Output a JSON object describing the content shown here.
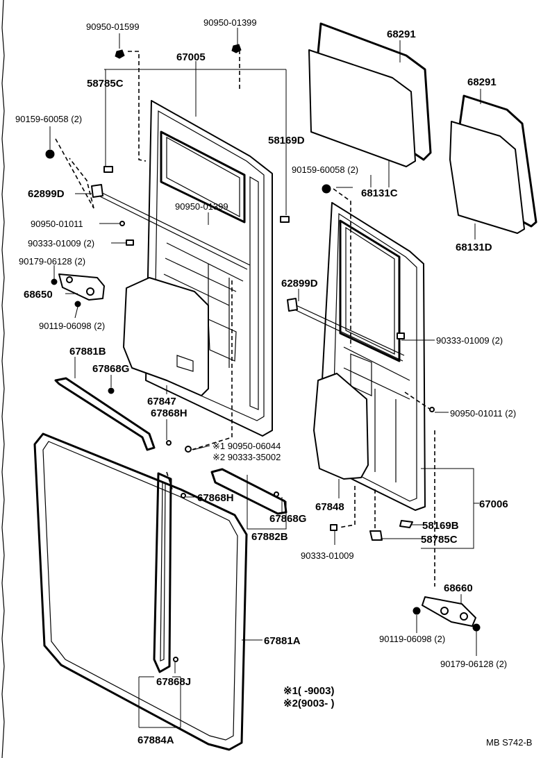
{
  "labels": {
    "p90950_01599": "90950-01599",
    "p90950_01399_top": "90950-01399",
    "p67005": "67005",
    "p58785C_left": "58785C",
    "p90159_60058_left": "90159-60058 (2)",
    "p58169D_top": "58169D",
    "p62899D_left": "62899D",
    "p90950_01011_left": "90950-01011",
    "p90950_01399_mid": "90950-01399",
    "p90333_01009_left": "90333-01009 (2)",
    "p90179_06128_left": "90179-06128 (2)",
    "p68650": "68650",
    "p90119_06098_left": "90119-06098 (2)",
    "p67881B": "67881B",
    "p67868G_left": "67868G",
    "p67847": "67847",
    "p67868H_a": "67868H",
    "p90950_06044": "※1 90950-06044",
    "p90333_35002": "※2 90333-35002",
    "p67868H_b": "67868H",
    "p67868G_right": "67868G",
    "p67882B": "67882B",
    "p67881A": "67881A",
    "p67868J": "67868J",
    "p67884A": "67884A",
    "p68291_a": "68291",
    "p68291_b": "68291",
    "p90159_60058_right": "90159-60058 (2)",
    "p68131C": "68131C",
    "p68131D": "68131D",
    "p62899D_right": "62899D",
    "p90333_01009_right": "90333-01009 (2)",
    "p90950_01011_right": "90950-01011 (2)",
    "p67848": "67848",
    "p67006": "67006",
    "p58169B": "58169B",
    "p58785C_right": "58785C",
    "p90333_01009_bottom": "90333-01009",
    "p68660": "68660",
    "p90119_06098_right": "90119-06098 (2)",
    "p90179_06128_right": "90179-06128 (2)"
  },
  "legend": {
    "note1": "※1(       -9003)",
    "note2": "※2(9003-        )"
  },
  "footer": {
    "code": "MB S742-B"
  }
}
